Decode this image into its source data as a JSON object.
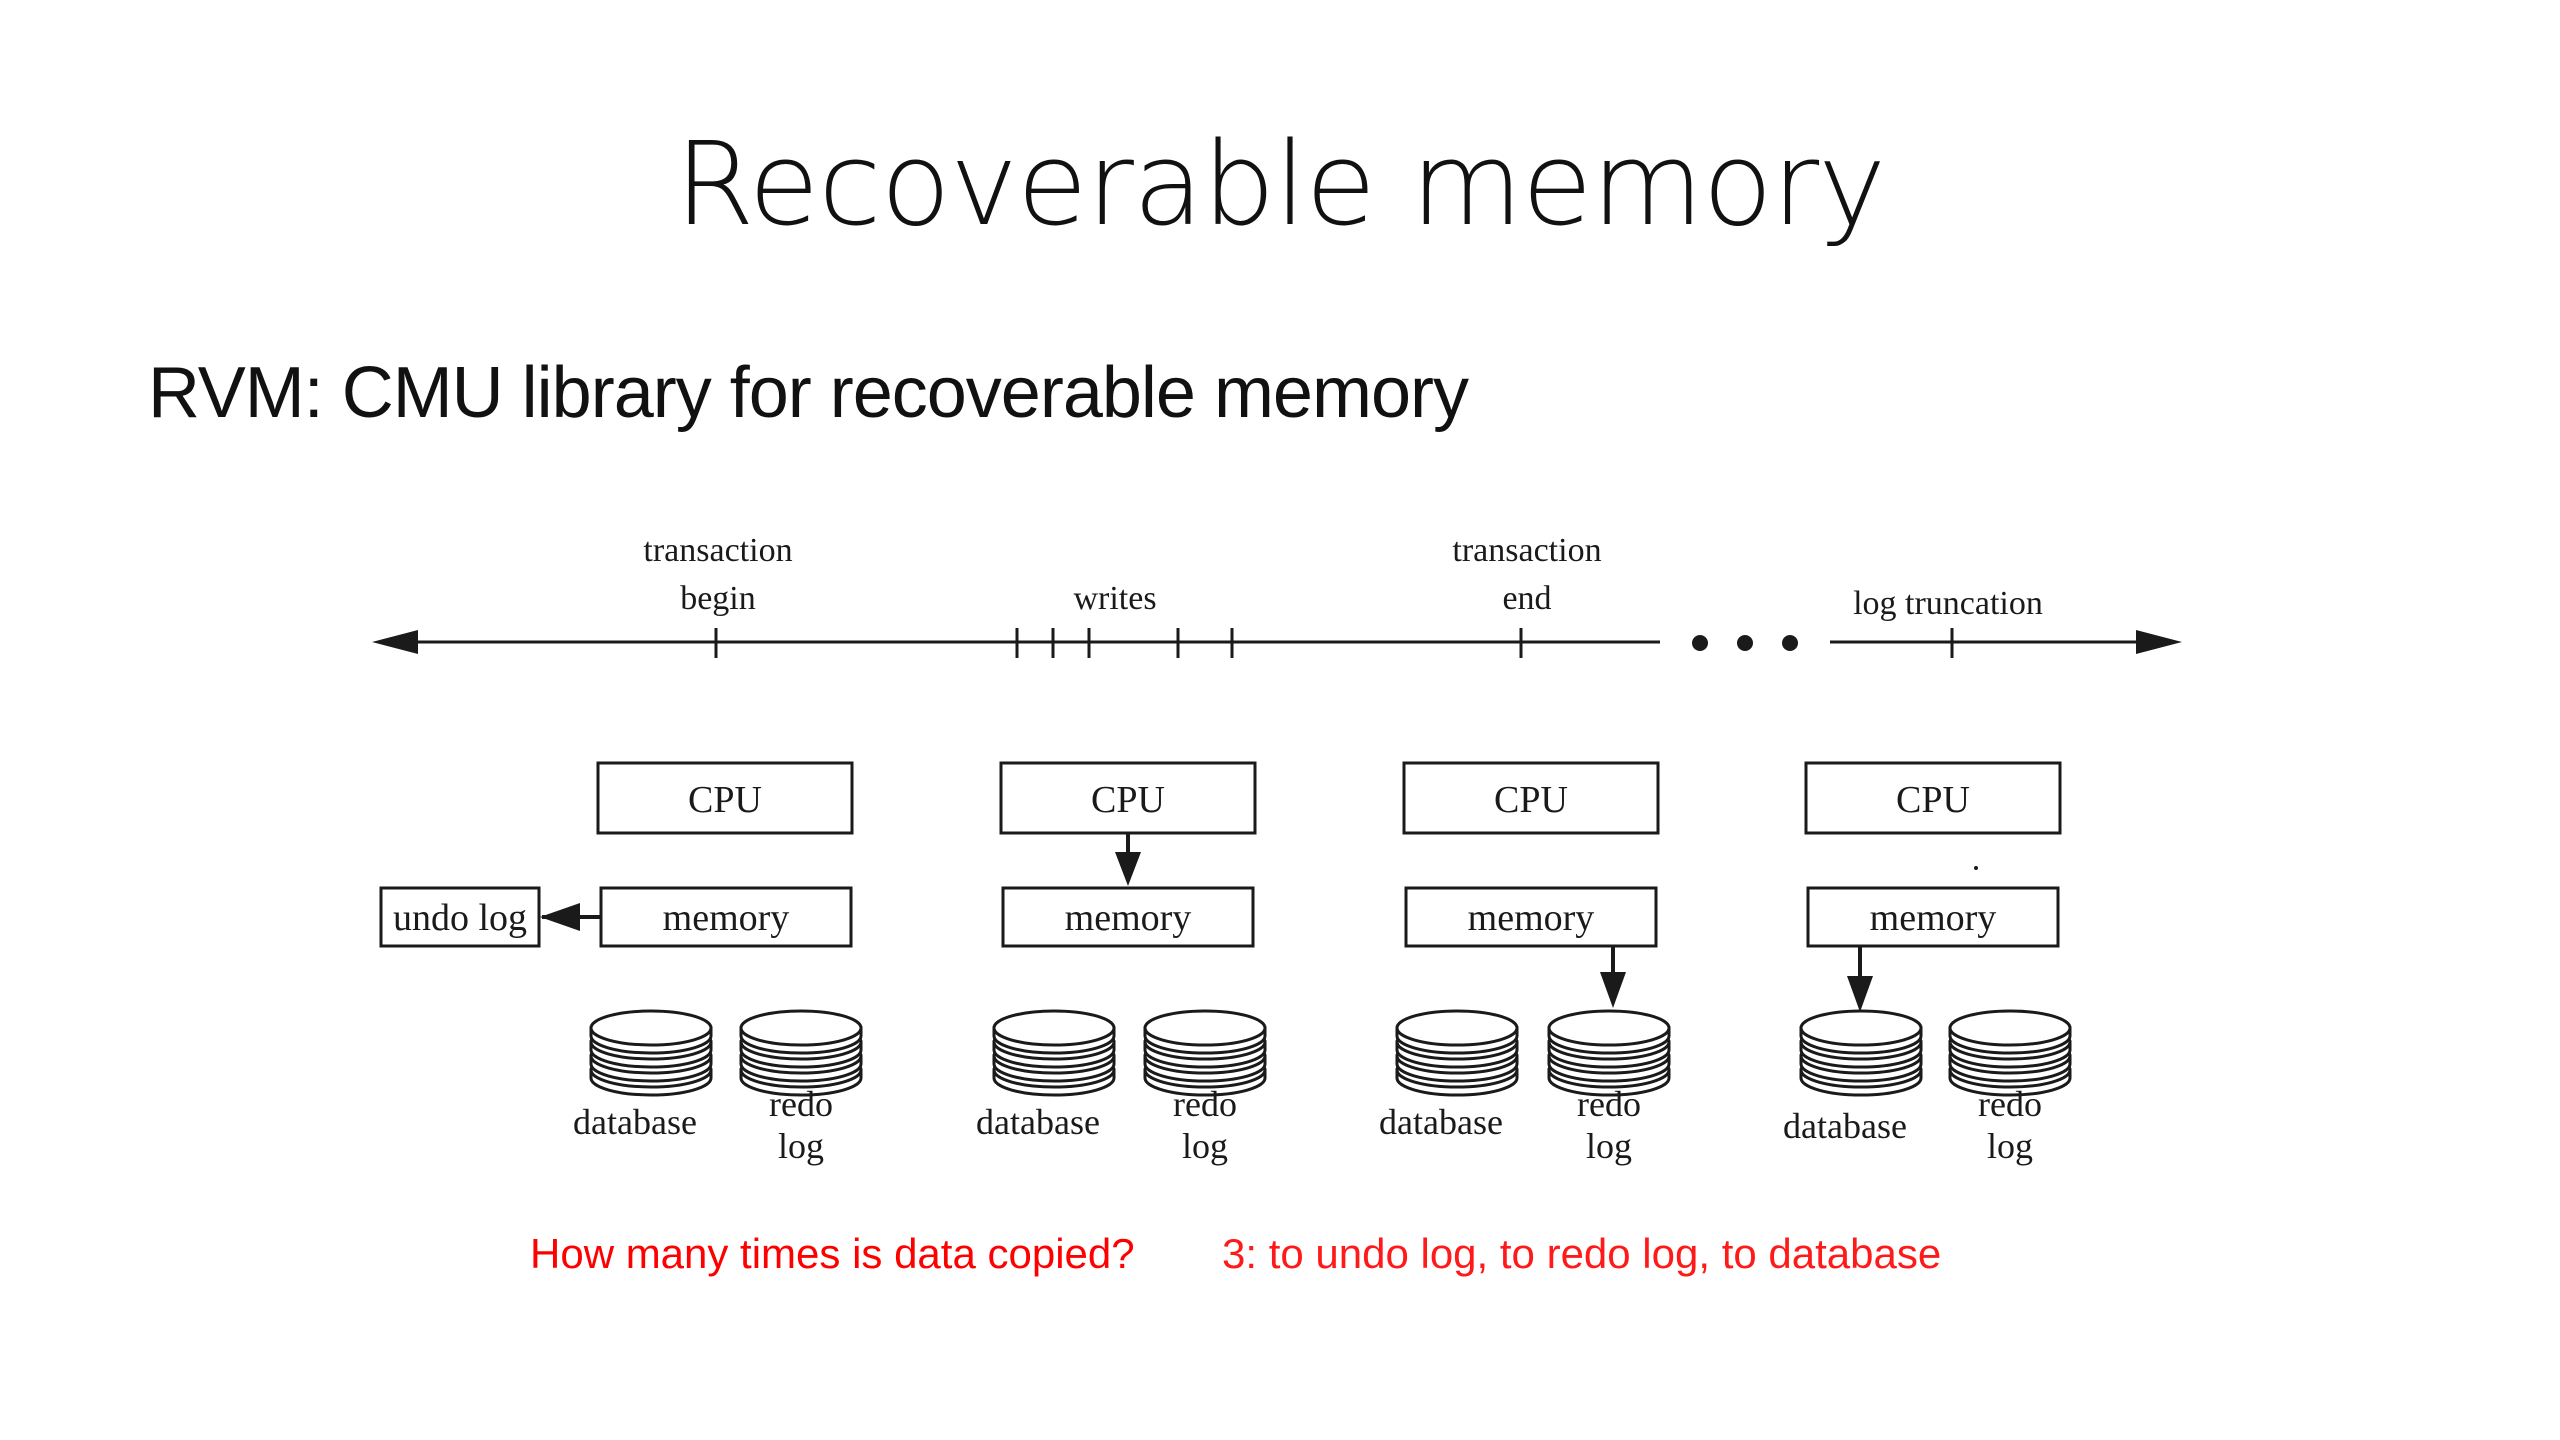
{
  "slide": {
    "title": "Recoverable memory",
    "subtitle": "RVM: CMU library for recoverable memory",
    "question": "How many times is data copied?",
    "answer": "3: to undo log, to redo log, to database"
  },
  "timeline": {
    "labels": [
      {
        "lines": [
          "transaction",
          "begin"
        ]
      },
      {
        "lines": [
          "writes"
        ]
      },
      {
        "lines": [
          "transaction",
          "end"
        ]
      },
      {
        "lines": [
          "log truncation"
        ]
      }
    ],
    "ellipsis": "• • •"
  },
  "stages": [
    {
      "cpu": "CPU",
      "memory": "memory",
      "database": "database",
      "redo": [
        "redo",
        "log"
      ],
      "extra": "undo log"
    },
    {
      "cpu": "CPU",
      "memory": "memory",
      "database": "database",
      "redo": [
        "redo",
        "log"
      ]
    },
    {
      "cpu": "CPU",
      "memory": "memory",
      "database": "database",
      "redo": [
        "redo",
        "log"
      ]
    },
    {
      "cpu": "CPU",
      "memory": "memory",
      "database": "database",
      "redo": [
        "redo",
        "log"
      ]
    }
  ],
  "colors": {
    "question": "#ff0000",
    "answer": "#ff1a1a",
    "ink": "#1a1a1a"
  }
}
